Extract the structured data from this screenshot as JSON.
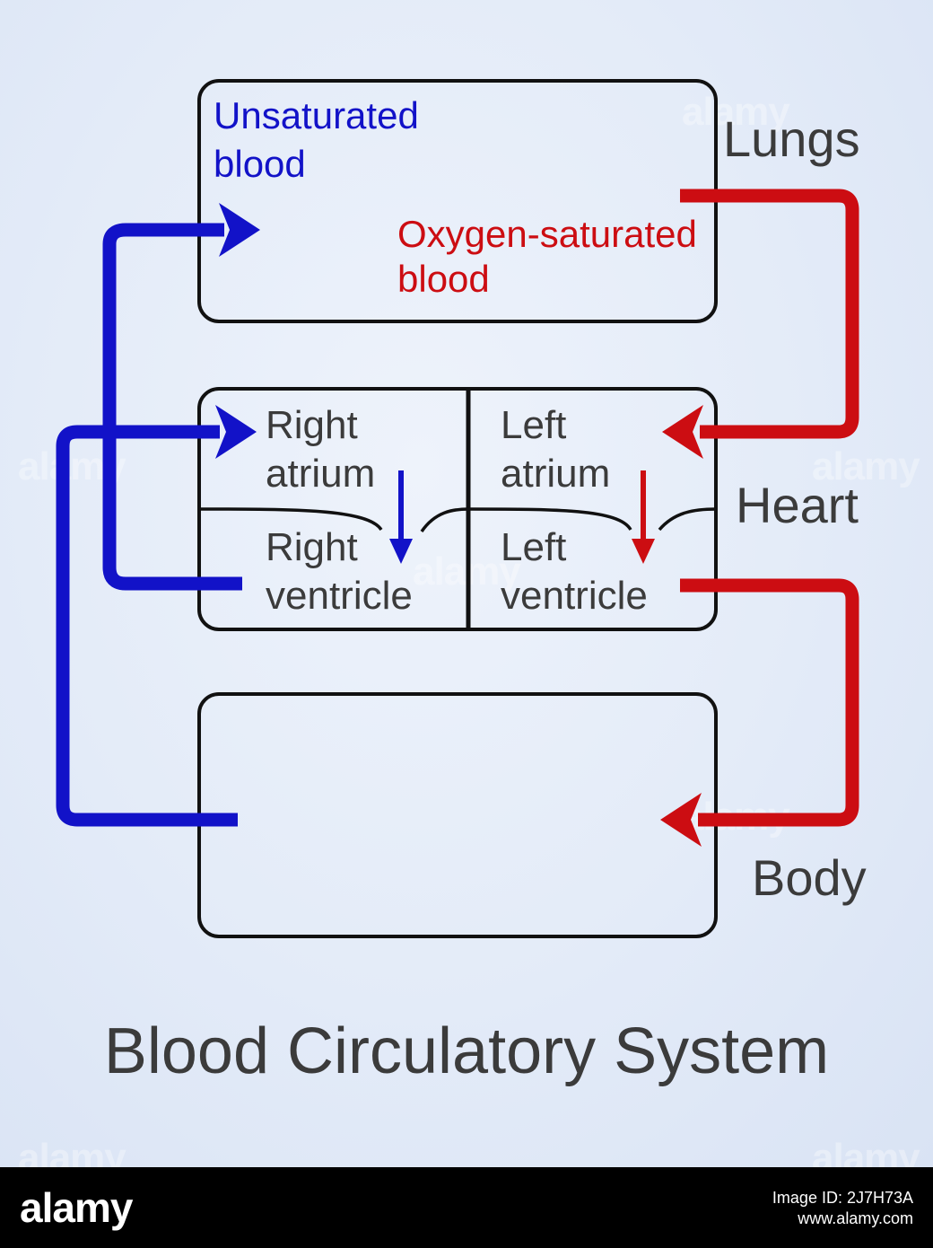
{
  "diagram": {
    "title": "Blood Circulatory System",
    "organs": {
      "lungs": "Lungs",
      "heart": "Heart",
      "body": "Body"
    },
    "lungs_labels": {
      "unsaturated_line1": "Unsaturated",
      "unsaturated_line2": "blood",
      "oxygenated_line1": "Oxygen-saturated",
      "oxygenated_line2": "blood"
    },
    "chambers": {
      "right_atrium_line1": "Right",
      "right_atrium_line2": "atrium",
      "left_atrium_line1": "Left",
      "left_atrium_line2": "atrium",
      "right_ventricle_line1": "Right",
      "right_ventricle_line2": "ventricle",
      "left_ventricle_line1": "Left",
      "left_ventricle_line2": "ventricle"
    },
    "colors": {
      "deoxygenated": "#1212c8",
      "oxygenated": "#cc0d12",
      "outline": "#111111",
      "text": "#3b3b3b"
    }
  },
  "watermark": {
    "text": "alamy"
  },
  "footer": {
    "logo": "alamy",
    "image_id": "Image ID: 2J7H73A",
    "site": "www.alamy.com"
  }
}
